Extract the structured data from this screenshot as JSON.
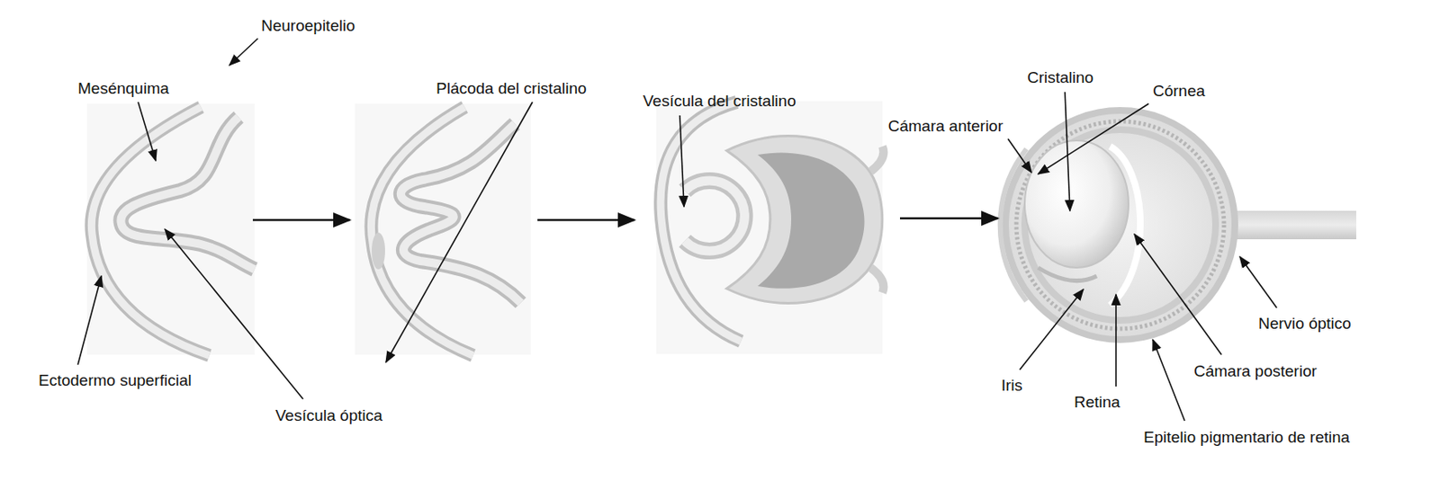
{
  "diagram": {
    "labels": [
      "Mesénquima",
      "Neuroepitelio",
      "Ectodermo superficial",
      "Vesícula óptica",
      "Plácoda del cristalino",
      "Vesícula del cristalino",
      "Cristalino",
      "Córnea",
      "Cámara anterior",
      "Iris",
      "Retina",
      "Epitelio pigmentario de retina",
      "Cámara posterior",
      "Nervio óptico"
    ]
  }
}
